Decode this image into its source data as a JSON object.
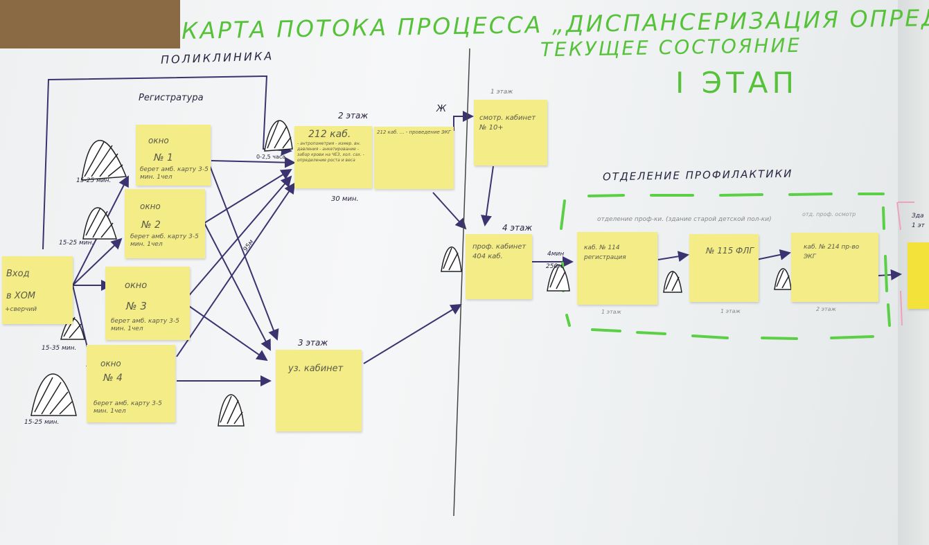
{
  "title": "КАРТА ПОТОКА ПРОЦЕССА „ДИСПАНСЕРИЗАЦИЯ ОПРЕДЕЛЕННЫ",
  "subtitle": "ТЕКУЩЕЕ СОСТОЯНИЕ",
  "stage_label": "I ЭТАП",
  "sections": {
    "polyclinic": "ПОЛИКЛИНИКА",
    "registry": "Регистратура",
    "prevention": "ОТДЕЛЕНИЕ ПРОФИЛАКТИКИ"
  },
  "entry": {
    "line1": "Вход",
    "line2": "в ХОМ",
    "line3": "+сверчий"
  },
  "windows": [
    {
      "title": "окно",
      "num": "№ 1",
      "note": "берет амб. карту 3-5 мин. 1чел"
    },
    {
      "title": "окно",
      "num": "№ 2",
      "note": "берет амб. карту 3-5 мин. 1чел"
    },
    {
      "title": "окно",
      "num": "№ 3",
      "note": "берет амб. карту 3-5 мин. 1чел"
    },
    {
      "title": "окно",
      "num": "№ 4",
      "note": "берет амб. карту 3-5 мин. 1чел"
    }
  ],
  "queue_times": [
    "15-25 мин.",
    "15-25 мин.",
    "15-35 мин.",
    "15-25 мин."
  ],
  "floor2": {
    "label": "2 этаж",
    "room": "212 каб.",
    "items": "- антропометрия - измер. вн. давления - анкетирование - забор крови на ЧЕЗ, хол. сах. - определение роста и веса",
    "side": "212 каб. ... - проведение ЭКГ",
    "time": "30 мин.",
    "wait": "0-2,5 часа"
  },
  "floor1": {
    "label": "1 этаж",
    "text": "смотр. кабинет № 10+"
  },
  "floor3": {
    "label": "3 этаж",
    "text": "уз. кабинет"
  },
  "floor4": {
    "label": "4 этаж",
    "text": "проф. кабинет 404 каб."
  },
  "distance_labels": {
    "zh": "Ж",
    "m95": "95м",
    "min4": "4мин",
    "m250": "250м."
  },
  "prevention_boxes": [
    {
      "text": "каб. № 114 регистрация",
      "floor": "1 этаж"
    },
    {
      "text": "№ 115 ФЛГ",
      "floor": "1 этаж"
    },
    {
      "text": "каб. № 214 пр-во ЭКГ",
      "floor": "2 этаж"
    }
  ],
  "prevention_notes": {
    "left": "отделение проф-ки. (здание старой детской пол-ки)",
    "right": "отд. проф. осмотр"
  },
  "edge_text": "Зда 1 эт"
}
